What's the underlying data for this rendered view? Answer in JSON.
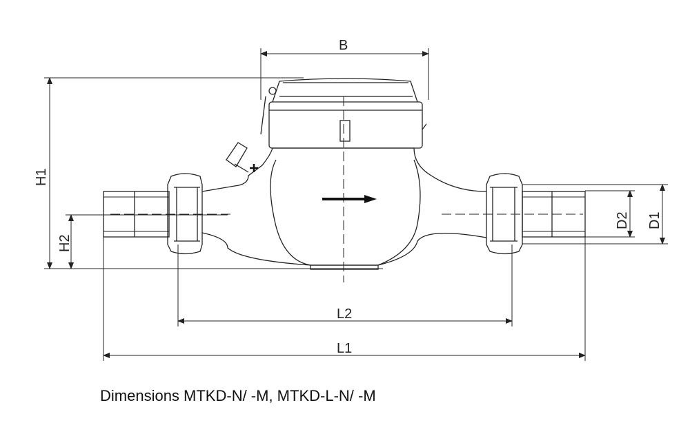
{
  "labels": {
    "B": "B",
    "H1": "H1",
    "H2": "H2",
    "D1": "D1",
    "D2": "D2",
    "L1": "L1",
    "L2": "L2"
  },
  "caption": "Dimensions MTKD-N/ -M, MTKD-L-N/ -M"
}
